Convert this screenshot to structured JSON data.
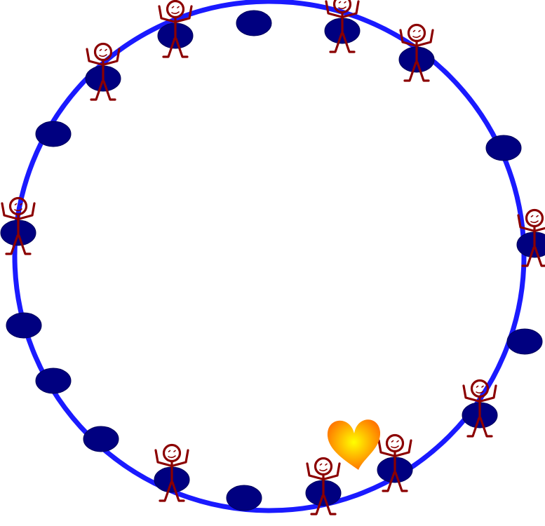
{
  "colors": {
    "ring": "#1a1aff",
    "seat": "#000080",
    "seat_edge": "#00005a",
    "person": "#8b0000",
    "heart_center": "#ffff00",
    "heart_edge": "#ff6a00",
    "background": "#ffffff"
  },
  "icons": {
    "ring": "circle-ring",
    "seat": "ellipse-seat",
    "person": "stick-figure-icon",
    "heart": "heart-icon"
  },
  "seats": [
    {
      "id": 1,
      "occupied": true
    },
    {
      "id": 2,
      "occupied": false
    },
    {
      "id": 3,
      "occupied": true
    },
    {
      "id": 4,
      "occupied": true
    },
    {
      "id": 5,
      "occupied": false
    },
    {
      "id": 6,
      "occupied": true
    },
    {
      "id": 7,
      "occupied": false
    },
    {
      "id": 8,
      "occupied": true
    },
    {
      "id": 9,
      "occupied": true
    },
    {
      "id": 10,
      "occupied": true
    },
    {
      "id": 11,
      "occupied": false
    },
    {
      "id": 12,
      "occupied": true
    },
    {
      "id": 13,
      "occupied": false
    },
    {
      "id": 14,
      "occupied": false
    },
    {
      "id": 15,
      "occupied": false
    },
    {
      "id": 16,
      "occupied": true
    },
    {
      "id": 17,
      "occupied": false
    },
    {
      "id": 18,
      "occupied": true
    }
  ],
  "heart_count": 1
}
